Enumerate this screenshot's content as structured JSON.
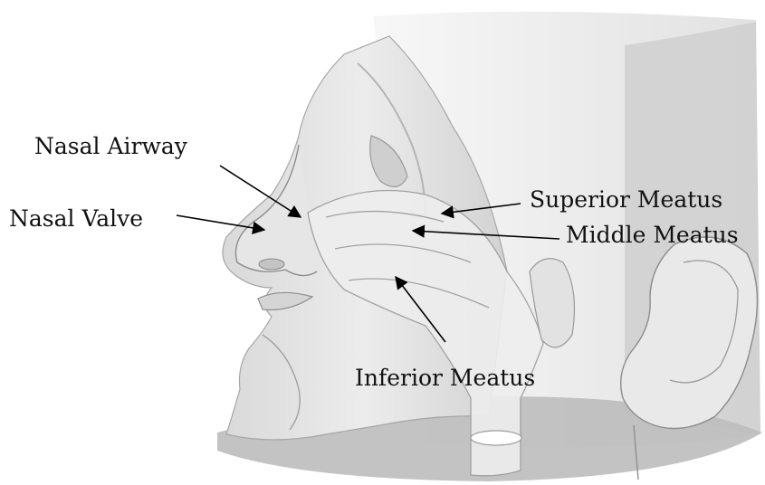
{
  "labels": {
    "nasal_airway": "Nasal Airway",
    "nasal_valve": "Nasal Valve",
    "superior_meatus": "Superior Meatus",
    "middle_meatus": "Middle Meatus",
    "inferior_meatus": "Inferior Meatus"
  },
  "colors": {
    "background": "#ffffff",
    "volume_fill": "#e2e2e2",
    "volume_shade": "#c9c9c9",
    "airway_fill": "#ededed",
    "text": "#111111",
    "arrow": "#000000"
  }
}
